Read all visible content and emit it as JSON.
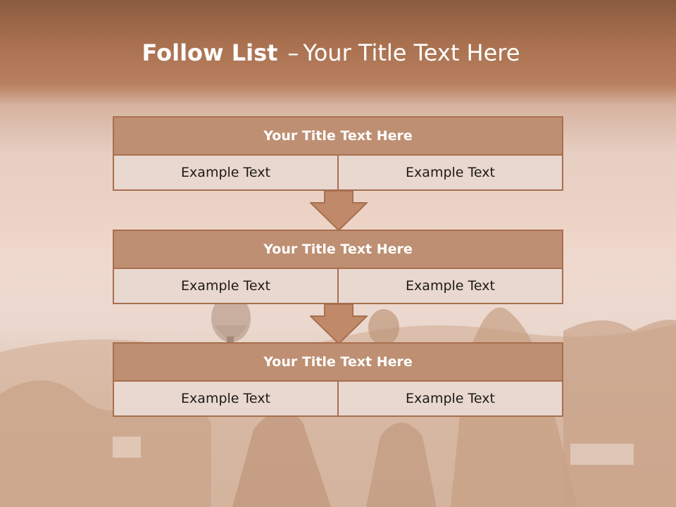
{
  "slide": {
    "title_bold": "Follow List",
    "title_dash": "–",
    "title_rest": "Your Title Text Here"
  },
  "steps": [
    {
      "title": "Your Title Text Here",
      "left": "Example Text",
      "right": "Example Text"
    },
    {
      "title": "Your Title Text Here",
      "left": "Example Text",
      "right": "Example Text"
    },
    {
      "title": "Your Title Text Here",
      "left": "Example Text",
      "right": "Example Text"
    }
  ],
  "colors": {
    "header_band": "#8a5b3f",
    "block_title_fill": "#be8f72",
    "block_border": "#a86f4f",
    "cell_fill": "#e8d8d0",
    "arrow_fill": "#c08a6a"
  },
  "icons": [
    "down-arrow-icon",
    "hot-air-balloon-icon"
  ]
}
